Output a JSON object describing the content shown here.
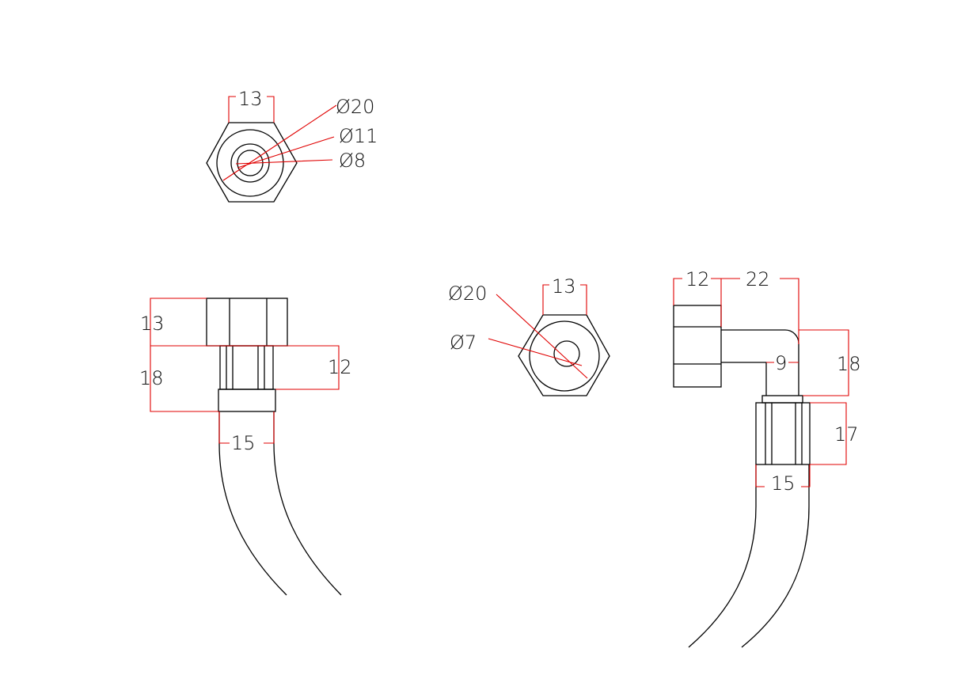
{
  "top_end_view": {
    "width": "13",
    "dia_outer": "Ø20",
    "dia_mid": "Ø11",
    "dia_inner": "Ø8"
  },
  "left_side_view": {
    "nut_height": "13",
    "total_height": "18",
    "body_height": "12",
    "collar_width": "15"
  },
  "middle_end_view": {
    "width": "13",
    "dia_outer": "Ø20",
    "dia_inner": "Ø7"
  },
  "right_elbow_view": {
    "nut_width": "12",
    "elbow_reach": "22",
    "pipe_dia": "9",
    "elbow_height": "18",
    "body_height": "17",
    "collar_width": "15"
  },
  "colors": {
    "outline": "#000000",
    "dimension": "#e00000"
  }
}
